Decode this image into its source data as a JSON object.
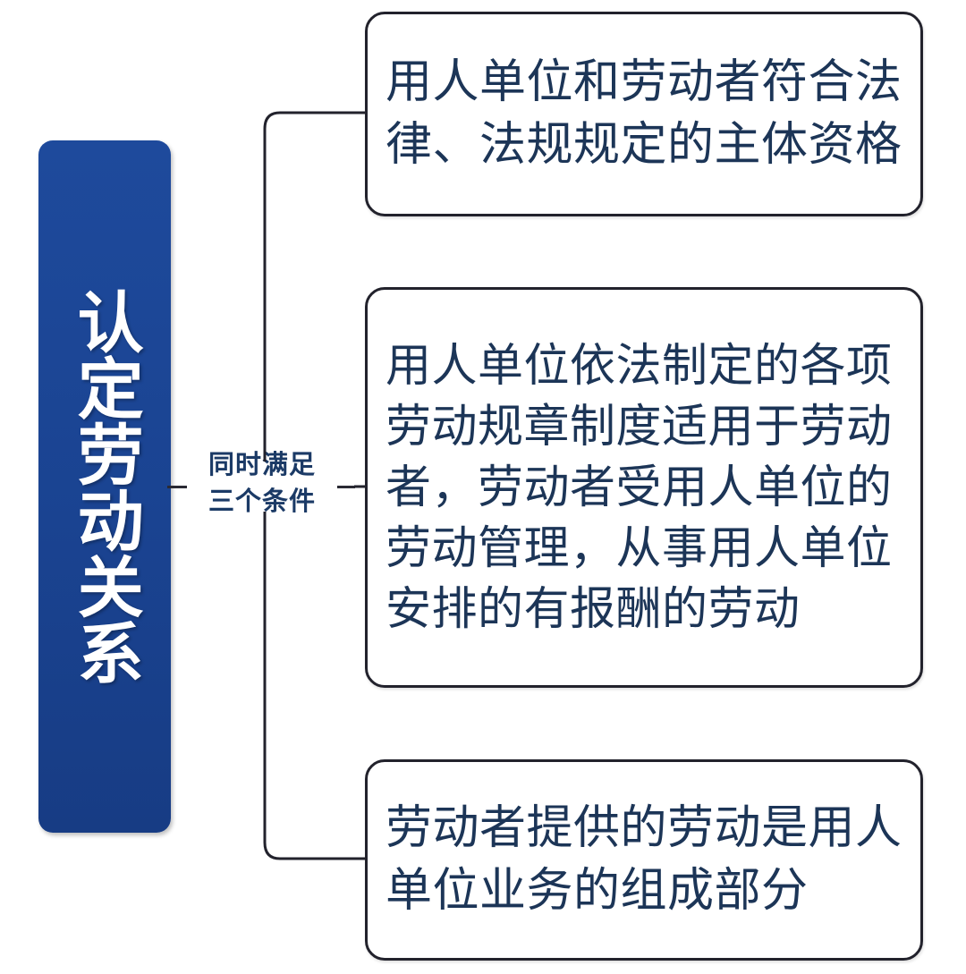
{
  "diagram": {
    "title_banner": {
      "text": "认定劳动关系",
      "background_color": "#1a4391",
      "text_color": "#ffffff"
    },
    "connector_label": {
      "line1": "同时满足",
      "line2": "三个条件",
      "color": "#1b3a66"
    },
    "branches": [
      {
        "id": "condition-1",
        "text": "用人单位和劳动者符合法律、法规规定的主体资格"
      },
      {
        "id": "condition-2",
        "text": "用人单位依法制定的各项劳动规章制度适用于劳动者，劳动者受用人单位的劳动管理，从事用人单位安排的有报酬的劳动"
      },
      {
        "id": "condition-3",
        "text": "劳动者提供的劳动是用人单位业务的组成部分"
      }
    ],
    "box_style": {
      "border_color": "#22222c",
      "text_color": "#1c3557",
      "background_color": "#ffffff"
    }
  }
}
